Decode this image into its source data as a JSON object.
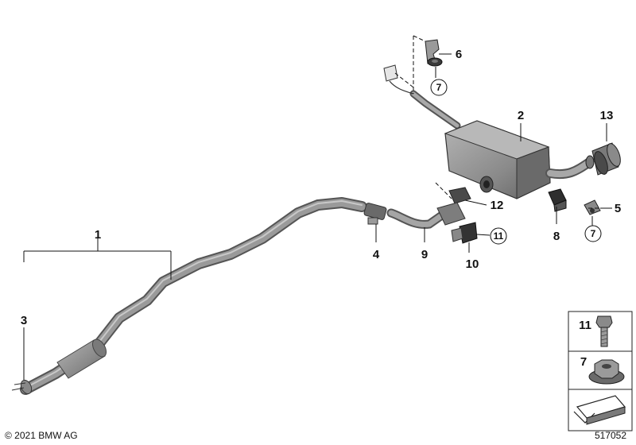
{
  "callouts": {
    "c1": "1",
    "c2": "2",
    "c3": "3",
    "c4": "4",
    "c5": "5",
    "c6": "6",
    "c7a": "7",
    "c7b": "7",
    "c8": "8",
    "c9": "9",
    "c10": "10",
    "c11": "11",
    "c12": "12",
    "c13": "13"
  },
  "legend": {
    "item11": "11",
    "item7": "7"
  },
  "footer": {
    "copyright": "© 2021 BMW AG",
    "diagram_number": "517052"
  },
  "colors": {
    "pipe": "#8a8a8a",
    "pipe_dark": "#5e5e5e",
    "line": "#111111",
    "clamp": "#3b3b3b"
  }
}
